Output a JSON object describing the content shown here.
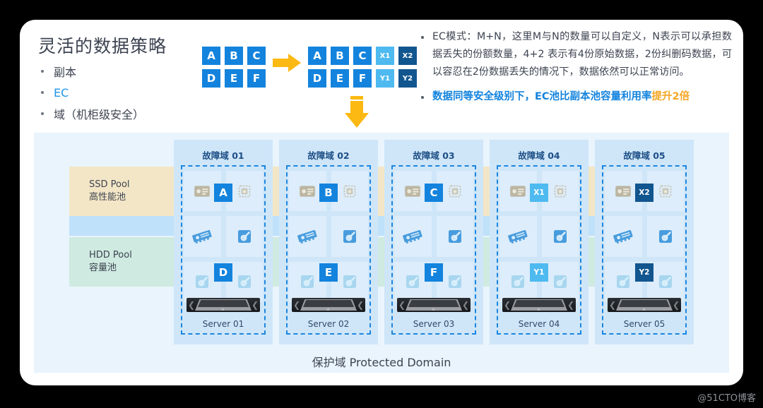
{
  "slide": {
    "title": "灵活的数据策略",
    "bullets": [
      {
        "label": "副本",
        "accent": false
      },
      {
        "label": "EC",
        "accent": true
      },
      {
        "label": "域（机柜级安全）",
        "accent": false
      }
    ]
  },
  "blocks": {
    "source_label": "source-data-blocks",
    "source": [
      "A",
      "B",
      "C",
      "D",
      "E",
      "F"
    ],
    "result": [
      {
        "label": "A",
        "kind": "primary"
      },
      {
        "label": "B",
        "kind": "primary"
      },
      {
        "label": "C",
        "kind": "primary"
      },
      {
        "label": "X1",
        "kind": "light"
      },
      {
        "label": "X2",
        "kind": "dark"
      },
      {
        "label": "D",
        "kind": "primary"
      },
      {
        "label": "E",
        "kind": "primary"
      },
      {
        "label": "F",
        "kind": "primary"
      },
      {
        "label": "Y1",
        "kind": "light"
      },
      {
        "label": "Y2",
        "kind": "dark"
      }
    ],
    "arrow_right": "right-arrow-icon",
    "arrow_down": "down-arrow-icon"
  },
  "notes": {
    "item1": "EC模式：M+N，这里M与N的数量可以自定义，N表示可以承担数据丢失的份额数量，4+2 表示有4份原始数据，2份纠删码数据，可以容忍在2份数据丢失的情况下，数据依然可以正常访问。",
    "item2_prefix": "数据同等安全级别下，EC池比副本池容量利用率",
    "item2_highlight": "提升2倍"
  },
  "diagram": {
    "pools": [
      {
        "en": "SSD Pool",
        "cn": "高性能池",
        "color": "#f3e6c6"
      },
      {
        "en": "HDD Pool",
        "cn": "容量池",
        "color": "#cfeae0"
      }
    ],
    "columns": [
      {
        "domain": "故障域 01",
        "server": "Server 01",
        "top_badge": "A",
        "top_kind": "primary",
        "bottom_badge": "D",
        "bottom_kind": "primary"
      },
      {
        "domain": "故障域 02",
        "server": "Server 02",
        "top_badge": "B",
        "top_kind": "primary",
        "bottom_badge": "E",
        "bottom_kind": "primary"
      },
      {
        "domain": "故障域 03",
        "server": "Server 03",
        "top_badge": "C",
        "top_kind": "primary",
        "bottom_badge": "F",
        "bottom_kind": "primary"
      },
      {
        "domain": "故障域 04",
        "server": "Server 04",
        "top_badge": "X1",
        "top_kind": "light",
        "bottom_badge": "Y1",
        "bottom_kind": "light"
      },
      {
        "domain": "故障域 05",
        "server": "Server 05",
        "top_badge": "X2",
        "top_kind": "dark",
        "bottom_badge": "Y2",
        "bottom_kind": "dark"
      }
    ],
    "device_icons": [
      "nic-icon",
      "cpu-icon",
      "ram-icon",
      "ssd-icon",
      "hdd-icon",
      "hdd-icon"
    ],
    "protected_domain": "保护域  Protected Domain"
  },
  "watermark": "@51CTO博客",
  "colors": {
    "accent_blue": "#1383dd",
    "light_blue": "#4ebaf0",
    "dark_blue": "#12568f",
    "amber": "#fcb913",
    "highlight_orange": "#f5a623",
    "panel_bg": "#e9f4fd",
    "column_bg": "#cfe6f9"
  }
}
